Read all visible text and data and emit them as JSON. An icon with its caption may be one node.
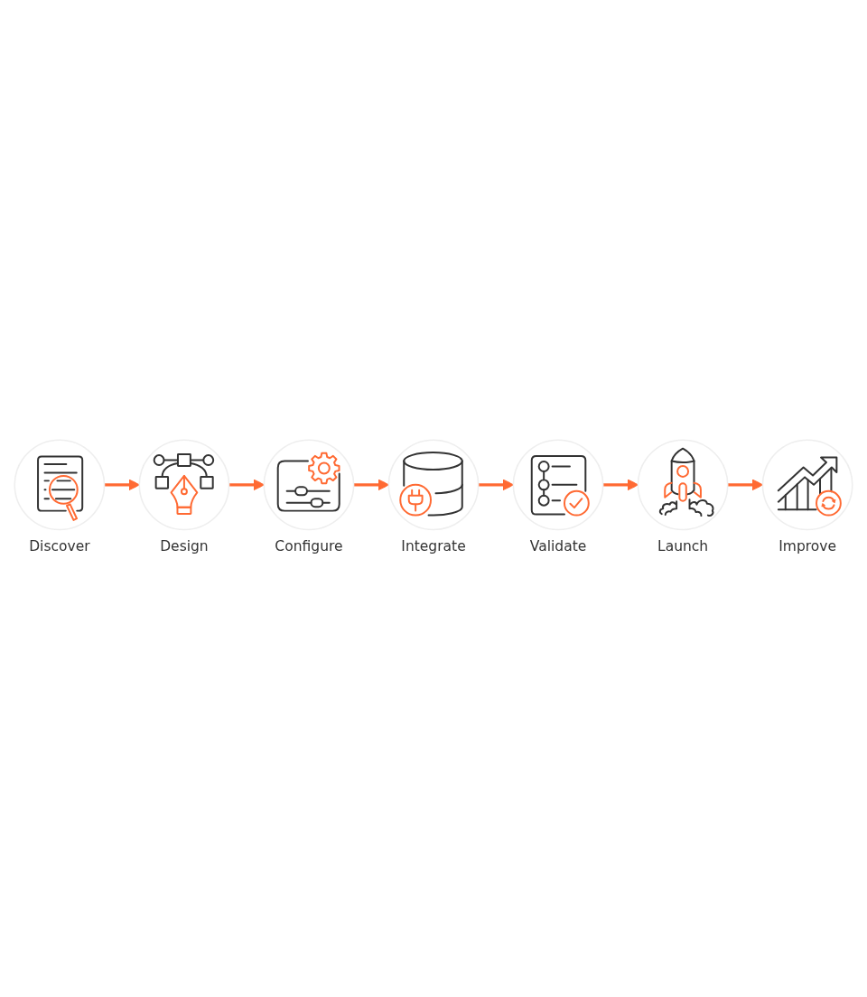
{
  "diagram": {
    "nodes": [
      {
        "text": [
          "Discover"
        ]
      },
      {
        "text": [
          "Design"
        ]
      },
      {
        "text": [
          "Configure"
        ]
      },
      {
        "text": [
          "Integrate"
        ]
      },
      {
        "text": [
          "Validate"
        ]
      },
      {
        "text": [
          "Launch"
        ]
      },
      {
        "text": [
          "Improve"
        ]
      }
    ],
    "edges": [
      {
        "from": 0,
        "to": 1,
        "arrow": "to"
      },
      {
        "from": 1,
        "to": 2,
        "arrow": "to"
      },
      {
        "from": 2,
        "to": 3,
        "arrow": "to"
      },
      {
        "from": 3,
        "to": 4,
        "arrow": "to"
      },
      {
        "from": 4,
        "to": 5,
        "arrow": "to"
      },
      {
        "from": 5,
        "to": 6,
        "arrow": "to"
      }
    ]
  }
}
